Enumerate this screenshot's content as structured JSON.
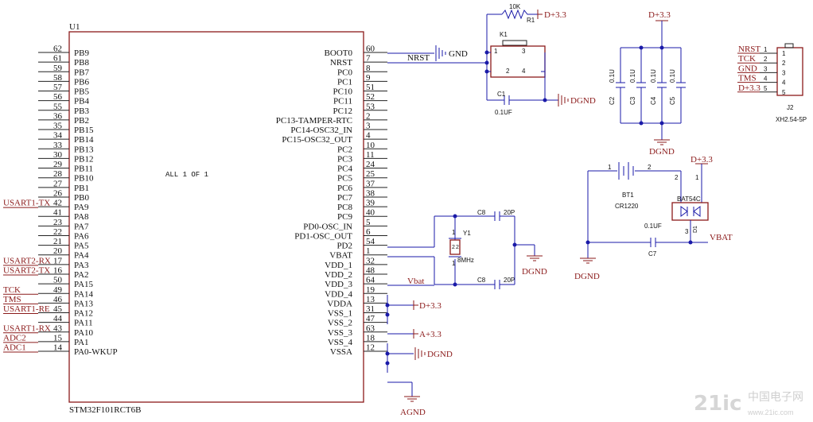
{
  "u1": {
    "designator": "U1",
    "part": "STM32F101RCT6B",
    "center_text": "ALL 1 OF 1",
    "left_pins": [
      {
        "num": "62",
        "name": "PB9",
        "net": ""
      },
      {
        "num": "61",
        "name": "PB8",
        "net": ""
      },
      {
        "num": "59",
        "name": "PB7",
        "net": ""
      },
      {
        "num": "58",
        "name": "PB6",
        "net": ""
      },
      {
        "num": "57",
        "name": "PB5",
        "net": ""
      },
      {
        "num": "56",
        "name": "PB4",
        "net": ""
      },
      {
        "num": "55",
        "name": "PB3",
        "net": ""
      },
      {
        "num": "36",
        "name": "PB2",
        "net": ""
      },
      {
        "num": "35",
        "name": "PB15",
        "net": ""
      },
      {
        "num": "34",
        "name": "PB14",
        "net": ""
      },
      {
        "num": "33",
        "name": "PB13",
        "net": ""
      },
      {
        "num": "30",
        "name": "PB12",
        "net": ""
      },
      {
        "num": "29",
        "name": "PB11",
        "net": ""
      },
      {
        "num": "28",
        "name": "PB10",
        "net": ""
      },
      {
        "num": "27",
        "name": "PB1",
        "net": ""
      },
      {
        "num": "26",
        "name": "PB0",
        "net": ""
      },
      {
        "num": "42",
        "name": "PA9",
        "net": "USART1-TX"
      },
      {
        "num": "41",
        "name": "PA8",
        "net": ""
      },
      {
        "num": "23",
        "name": "PA7",
        "net": ""
      },
      {
        "num": "22",
        "name": "PA6",
        "net": ""
      },
      {
        "num": "21",
        "name": "PA5",
        "net": ""
      },
      {
        "num": "20",
        "name": "PA4",
        "net": ""
      },
      {
        "num": "17",
        "name": "PA3",
        "net": "USART2-RX"
      },
      {
        "num": "16",
        "name": "PA2",
        "net": "USART2-TX"
      },
      {
        "num": "50",
        "name": "PA15",
        "net": ""
      },
      {
        "num": "49",
        "name": "PA14",
        "net": "TCK"
      },
      {
        "num": "46",
        "name": "PA13",
        "net": "TMS"
      },
      {
        "num": "45",
        "name": "PA12",
        "net": "USART1-RE"
      },
      {
        "num": "44",
        "name": "PA11",
        "net": ""
      },
      {
        "num": "43",
        "name": "PA10",
        "net": "USART1-RX"
      },
      {
        "num": "15",
        "name": "PA1",
        "net": "ADC2"
      },
      {
        "num": "14",
        "name": "PA0-WKUP",
        "net": "ADC1"
      }
    ],
    "right_pins": [
      {
        "num": "60",
        "name": "BOOT0"
      },
      {
        "num": "7",
        "name": "NRST"
      },
      {
        "num": "8",
        "name": "PC0"
      },
      {
        "num": "9",
        "name": "PC1"
      },
      {
        "num": "51",
        "name": "PC10"
      },
      {
        "num": "52",
        "name": "PC11"
      },
      {
        "num": "53",
        "name": "PC12"
      },
      {
        "num": "2",
        "name": "PC13-TAMPER-RTC"
      },
      {
        "num": "3",
        "name": "PC14-OSC32_IN"
      },
      {
        "num": "4",
        "name": "PC15-OSC32_OUT"
      },
      {
        "num": "10",
        "name": "PC2"
      },
      {
        "num": "11",
        "name": "PC3"
      },
      {
        "num": "24",
        "name": "PC4"
      },
      {
        "num": "25",
        "name": "PC5"
      },
      {
        "num": "37",
        "name": "PC6"
      },
      {
        "num": "38",
        "name": "PC7"
      },
      {
        "num": "39",
        "name": "PC8"
      },
      {
        "num": "40",
        "name": "PC9"
      },
      {
        "num": "5",
        "name": "PD0-OSC_IN"
      },
      {
        "num": "6",
        "name": "PD1-OSC_OUT"
      },
      {
        "num": "54",
        "name": "PD2"
      },
      {
        "num": "1",
        "name": "VBAT"
      },
      {
        "num": "32",
        "name": "VDD_1"
      },
      {
        "num": "48",
        "name": "VDD_2"
      },
      {
        "num": "64",
        "name": "VDD_3"
      },
      {
        "num": "19",
        "name": "VDD_4"
      },
      {
        "num": "13",
        "name": "VDDA"
      },
      {
        "num": "31",
        "name": "VSS_1"
      },
      {
        "num": "47",
        "name": "VSS_2"
      },
      {
        "num": "63",
        "name": "VSS_3"
      },
      {
        "num": "18",
        "name": "VSS_4"
      },
      {
        "num": "12",
        "name": "VSSA"
      }
    ]
  },
  "nets": {
    "nrst": "NRST",
    "vbat_wire": "Vbat",
    "gnd": "GND",
    "dgnd": "DGND",
    "agnd": "AGND",
    "d33": "D+3.3",
    "a33": "A+3.3",
    "vbat_label": "VBAT"
  },
  "reset": {
    "r1_value": "10K",
    "r1_des": "R1",
    "k1_des": "K1",
    "k1_pins": [
      "1",
      "3",
      "2",
      "4"
    ],
    "c1_des": "C1",
    "c1_value": "0.1UF"
  },
  "decoupling": [
    {
      "des": "C2",
      "value": "0.1U"
    },
    {
      "des": "C3",
      "value": "0.1U"
    },
    {
      "des": "C4",
      "value": "0.1U"
    },
    {
      "des": "C5",
      "value": "0.1U"
    }
  ],
  "connector": {
    "des": "J2",
    "part": "XH2.54-5P",
    "pins": [
      {
        "num": "1",
        "net": "NRST"
      },
      {
        "num": "2",
        "net": "TCK"
      },
      {
        "num": "3",
        "net": "GND"
      },
      {
        "num": "4",
        "net": "TMS"
      },
      {
        "num": "5",
        "net": "D+3.3"
      }
    ]
  },
  "crystal": {
    "des": "Y1",
    "value": "8MHz",
    "pins": [
      "1",
      "2",
      "2",
      "1"
    ],
    "c_top_des": "C8",
    "c_top_value": "20P",
    "c_bot_des": "C8",
    "c_bot_value": "20P"
  },
  "battery": {
    "des": "BT1",
    "part": "CR1220",
    "pin1": "1",
    "pin2": "2",
    "diode_des": "BAT54C",
    "diode_pins": [
      "2",
      "1",
      "3"
    ],
    "diode_tag": "D1",
    "c7_des": "C7",
    "c7_value": "0.1UF"
  },
  "watermark": {
    "logo": "21ic",
    "text": "中国电子网",
    "url": "www.21ic.com"
  }
}
